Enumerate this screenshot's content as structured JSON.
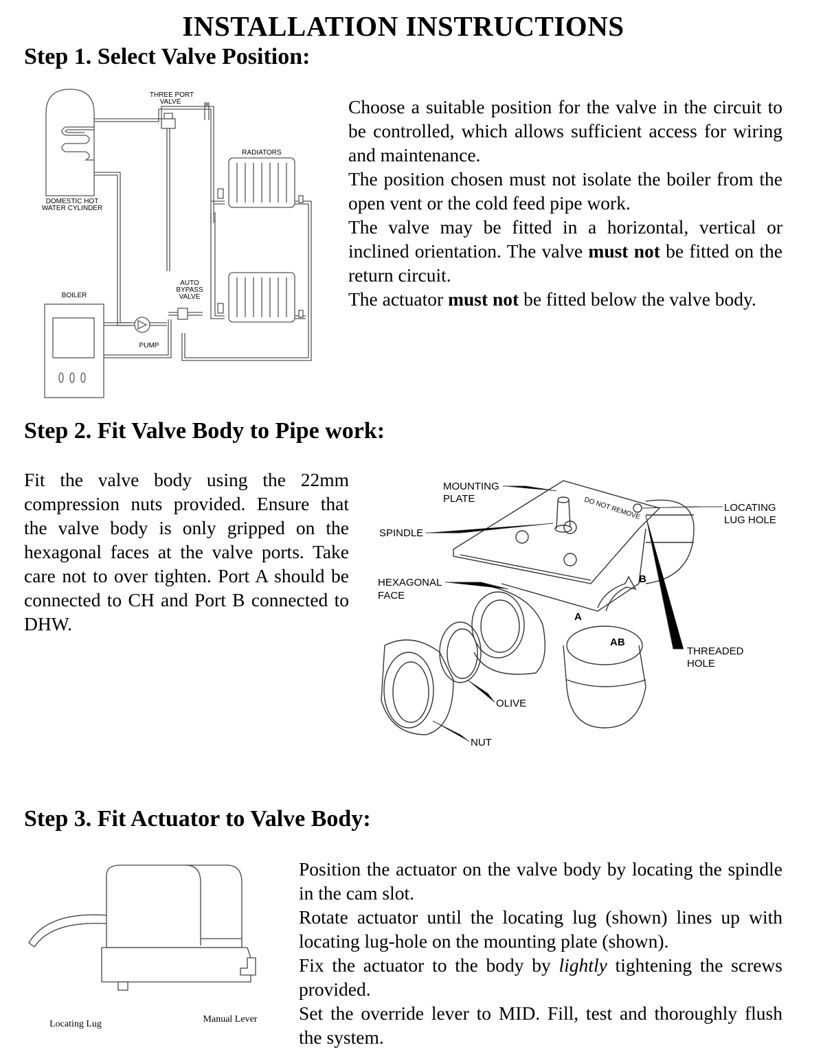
{
  "title": "INSTALLATION INSTRUCTIONS",
  "step1": {
    "heading": "Step 1. Select Valve Position:",
    "p1": "Choose a suitable position for the valve in the circuit to be controlled, which allows sufficient access for wiring and maintenance.",
    "p2": "The position chosen must not isolate the boiler from the open vent or the cold feed pipe work.",
    "p3_a": "The valve may be fitted in a horizontal, vertical or inclined orientation. The valve ",
    "p3_b": "must not",
    "p3_c": " be fitted on the return circuit.",
    "p4_a": "The actuator ",
    "p4_b": "must not",
    "p4_c": " be fitted below the valve body.",
    "diagram": {
      "three_port_1": "THREE PORT",
      "three_port_2": "VALVE",
      "radiators": "RADIATORS",
      "cylinder_1": "DOMESTIC HOT",
      "cylinder_2": "WATER CYLINDER",
      "boiler": "BOILER",
      "bypass_1": "AUTO",
      "bypass_2": "BYPASS",
      "bypass_3": "VALVE",
      "pump": "PUMP"
    }
  },
  "step2": {
    "heading": "Step 2. Fit Valve Body to Pipe work:",
    "p1": "Fit the valve body using the 22mm compression nuts provided. Ensure that the valve body is only gripped on the hexagonal faces at the valve ports. Take care not to over tighten. Port A should be connected to CH and Port B connected to DHW.",
    "diagram": {
      "mounting_1": "MOUNTING",
      "mounting_2": "PLATE",
      "spindle": "SPINDLE",
      "hex_1": "HEXAGONAL",
      "hex_2": "FACE",
      "locating_1": "LOCATING",
      "locating_2": "LUG HOLE",
      "threaded_1": "THREADED",
      "threaded_2": "HOLE",
      "olive": "OLIVE",
      "nut": "NUT",
      "port_a": "A",
      "port_b": "B",
      "port_ab": "AB",
      "plate_text": "DO NOT REMOVE"
    }
  },
  "step3": {
    "heading": "Step 3. Fit Actuator to Valve Body:",
    "p1": "Position the actuator on the valve body by locating the spindle in the cam slot.",
    "p2": "Rotate actuator until the locating lug (shown) lines up with locating lug-hole on the mounting plate (shown).",
    "p3_a": "Fix the actuator to the body by ",
    "p3_b": "lightly",
    "p3_c": " tightening the screws provided.",
    "p4": "Set the override lever to MID. Fill, test and thoroughly flush the system.",
    "diagram": {
      "locating_lug": "Locating Lug",
      "manual_lever": "Manual Lever"
    }
  }
}
